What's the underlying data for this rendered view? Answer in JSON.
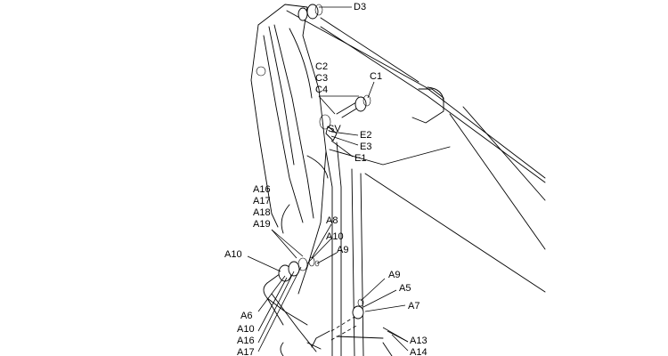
{
  "labels": {
    "D3": "D3",
    "C2": "C2",
    "C3": "C3",
    "C4": "C4",
    "C1": "C1",
    "E2": "E2",
    "E3": "E3",
    "E1": "E1",
    "A16_a": "A16",
    "A17_a": "A17",
    "A18": "A18",
    "A19": "A19",
    "A8": "A8",
    "A10_a": "A10",
    "A9_a": "A9",
    "A10_b": "A10",
    "A6": "A6",
    "A10_c": "A10",
    "A16_b": "A16",
    "A17_b": "A17",
    "A9_b": "A9",
    "A5": "A5",
    "A7": "A7",
    "A13": "A13",
    "A14": "A14"
  }
}
